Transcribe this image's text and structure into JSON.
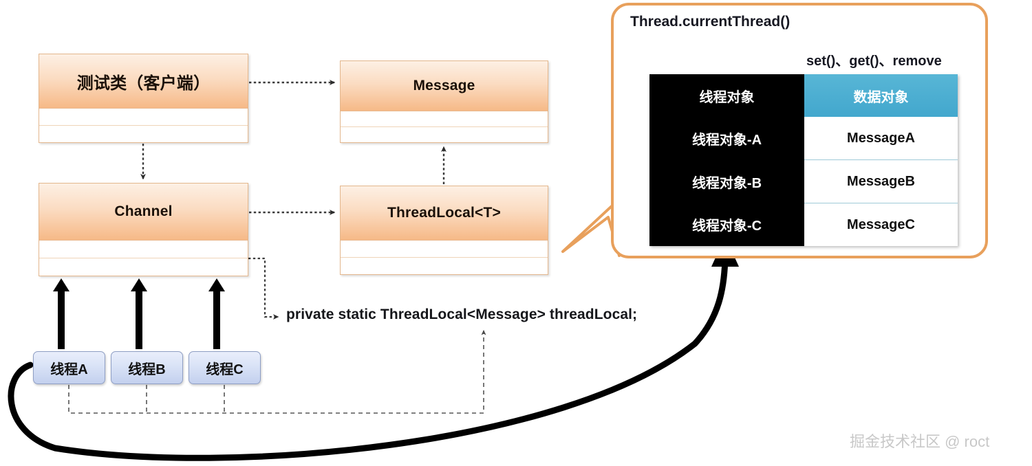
{
  "diagram": {
    "title": "ThreadLocal UML diagram",
    "classes": [
      {
        "id": "test-class",
        "name": "测试类（客户端）"
      },
      {
        "id": "message",
        "name": "Message"
      },
      {
        "id": "channel",
        "name": "Channel"
      },
      {
        "id": "threadlocal",
        "name": "ThreadLocal<T>"
      }
    ],
    "threads": [
      {
        "id": "thread-a",
        "label": "线程A"
      },
      {
        "id": "thread-b",
        "label": "线程B"
      },
      {
        "id": "thread-c",
        "label": "线程C"
      }
    ],
    "code_annotation": "private static ThreadLocal<Message> threadLocal;",
    "callout": {
      "title": "Thread.currentThread()",
      "methods": "set()、get()、remove",
      "table": {
        "headers": [
          "线程对象",
          "数据对象"
        ],
        "rows": [
          [
            "线程对象-A",
            "MessageA"
          ],
          [
            "线程对象-B",
            "MessageB"
          ],
          [
            "线程对象-C",
            "MessageC"
          ]
        ]
      }
    },
    "watermark": "掘金技术社区 @ roct",
    "colors": {
      "class_border": "#e3b68c",
      "class_header_top": "#fdf0e4",
      "class_header_bottom": "#f6b987",
      "thread_border": "#8e9ec4",
      "thread_fill": "#c3d0ee",
      "callout_border": "#e8a05c",
      "table_thread_bg": "#000000",
      "table_data_header": "#42a7cd",
      "arrow_black": "#000000",
      "watermark": "#c8c8c8"
    }
  }
}
